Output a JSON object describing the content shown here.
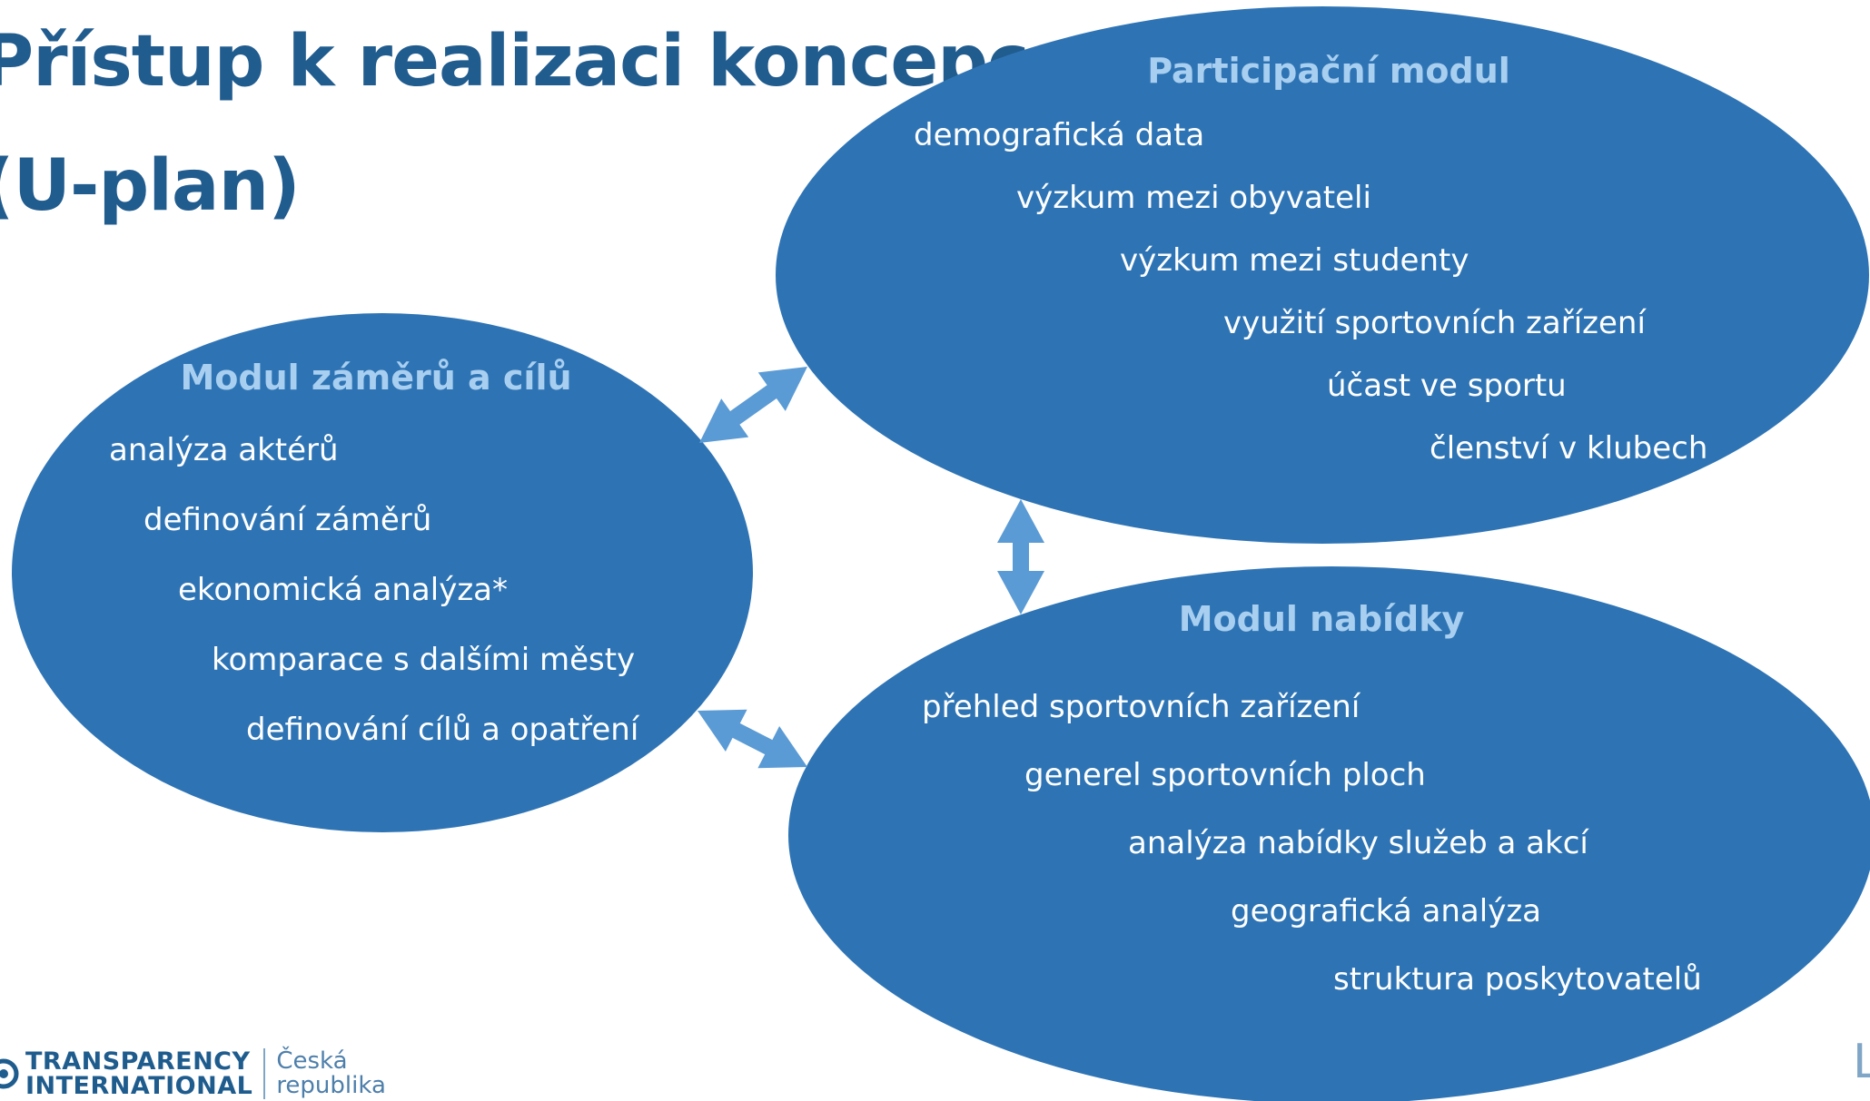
{
  "title": {
    "line1": "Přístup k realizaci koncepce",
    "line2": "(U-plan)"
  },
  "colors": {
    "title": "#215C8F",
    "ellipse_fill": "#2E74B5",
    "module_heading": "#A9CFF0",
    "item_text": "#FFFFFF",
    "arrow": "#5B9BD5"
  },
  "modules": {
    "participation": {
      "title": "Participační modul",
      "items": [
        "demografická data",
        "výzkum mezi obyvateli",
        "výzkum mezi studenty",
        "využití sportovních zařízení",
        "účast ve sportu",
        "členství v klubech"
      ]
    },
    "goals": {
      "title": "Modul záměrů a cílů",
      "items": [
        "analýza aktérů",
        "definování záměrů",
        "ekonomická analýza*",
        "komparace s dalšími městy",
        "definování cílů a opatření"
      ]
    },
    "offer": {
      "title": "Modul nabídky",
      "items": [
        "přehled sportovních zařízení",
        "generel sportovních ploch",
        "analýza nabídky služeb a akcí",
        "geografická analýza",
        "struktura poskytovatelů"
      ]
    }
  },
  "footer": {
    "brand_line1": "TRANSPARENCY",
    "brand_line2": "INTERNATIONAL",
    "country_line1": "Česká",
    "country_line2": "republika",
    "emblem_icon": "transparency-international-logo",
    "corner_mark": "L"
  }
}
